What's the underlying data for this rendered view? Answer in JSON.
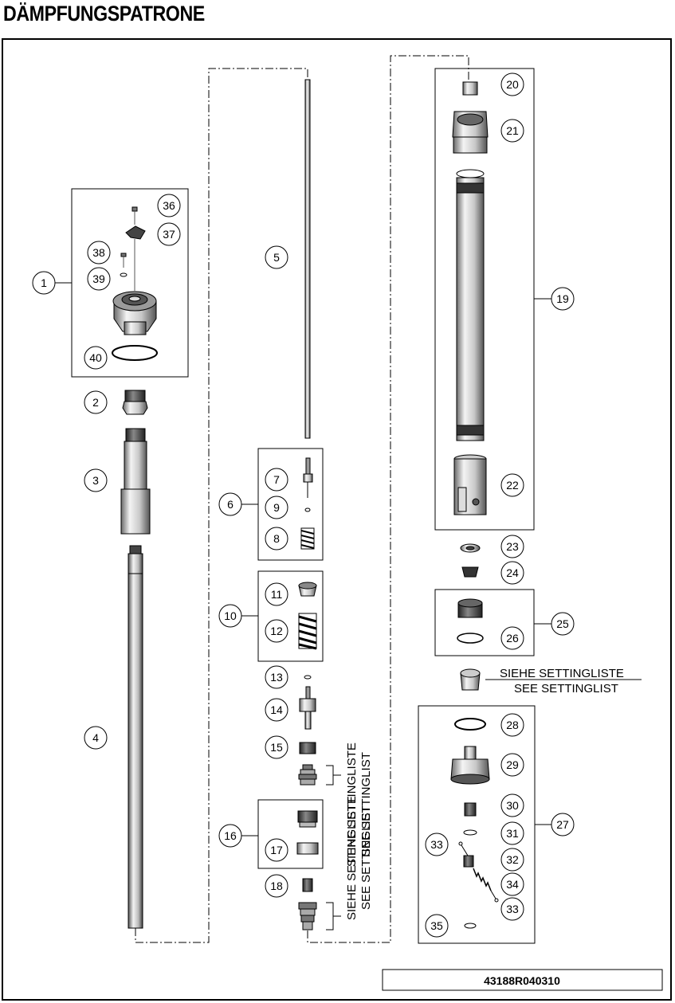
{
  "title": "DÄMPFUNGSPATRONE",
  "drawing_number": "43188R040310",
  "setting_note": {
    "line1": "SIEHE SETTINGLISTE",
    "line2": "SEE SETTINGLIST"
  },
  "callouts": [
    "1",
    "2",
    "3",
    "4",
    "5",
    "6",
    "7",
    "8",
    "9",
    "10",
    "11",
    "12",
    "13",
    "14",
    "15",
    "16",
    "17",
    "18",
    "19",
    "20",
    "21",
    "22",
    "23",
    "24",
    "25",
    "26",
    "27",
    "28",
    "29",
    "30",
    "31",
    "32",
    "33",
    "34",
    "35",
    "36",
    "37",
    "38",
    "39",
    "40"
  ]
}
